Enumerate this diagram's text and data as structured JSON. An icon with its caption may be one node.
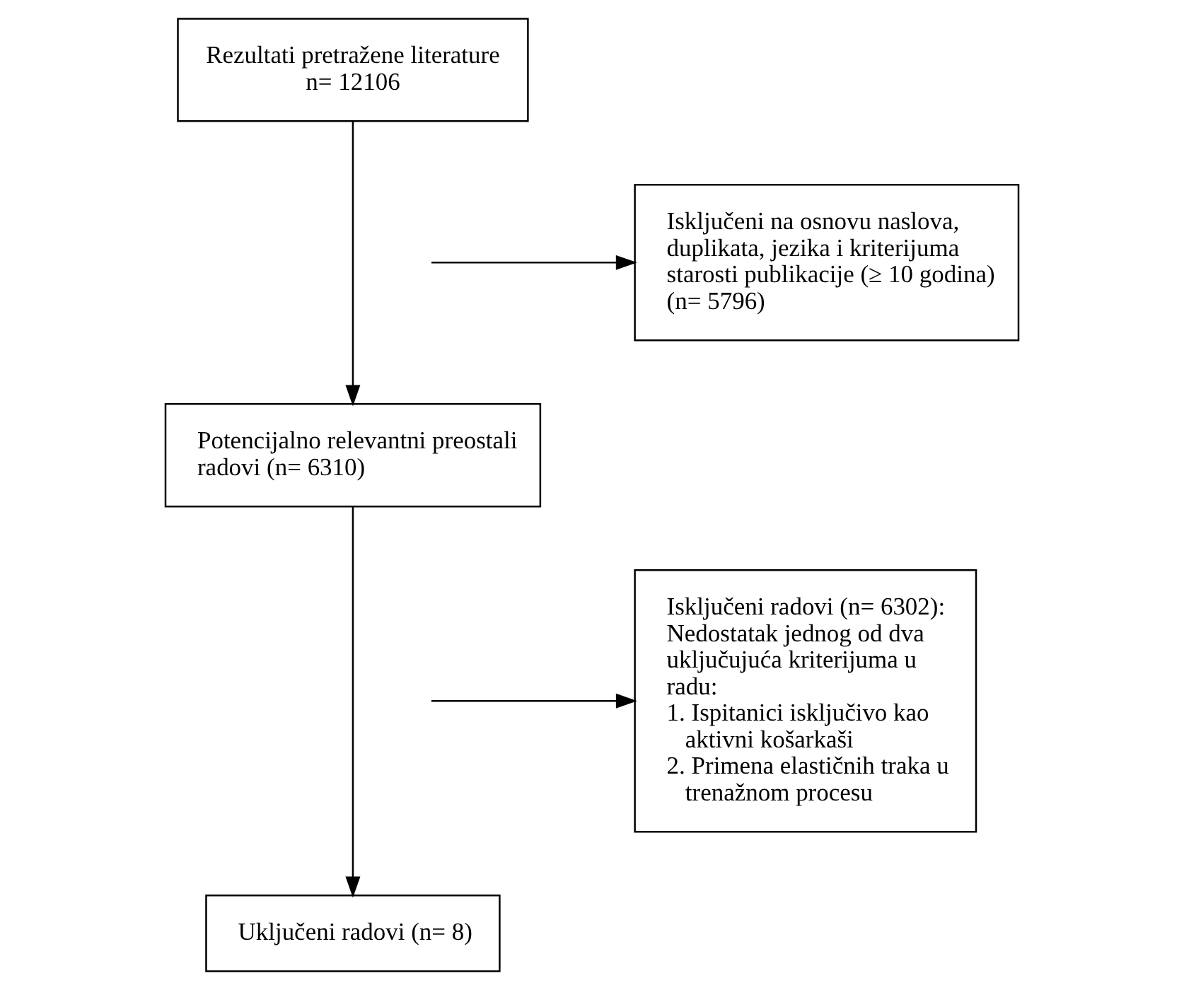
{
  "diagram": {
    "nodes": [
      {
        "text": [
          "Rezultati pretražene literature n= 12106"
        ]
      },
      {
        "text": [
          "Isključeni na osnovu naslova, duplikata, jezika i kriterijuma starosti publikacije (≥ 10 godina) (n= 5796)"
        ]
      },
      {
        "text": [
          "Potencijalno relevantni preostali radovi (n= 6310)"
        ]
      },
      {
        "text": [
          "Isključeni radovi (n= 6302): Nedostatak jednog od dva uključujuća kriterijuma u radu:",
          "1. Ispitanici isključivo kao aktivni košarkaši",
          "2. Primena elastičnih traka u trenažnom procesu"
        ]
      },
      {
        "text": [
          "Uključeni radovi (n= 8)"
        ]
      }
    ],
    "edges": [
      {
        "from": 0,
        "to": 2,
        "arrow": "to"
      },
      {
        "from": null,
        "to": 1,
        "arrow": "to"
      },
      {
        "from": 2,
        "to": 4,
        "arrow": "to"
      },
      {
        "from": null,
        "to": 3,
        "arrow": "to"
      }
    ]
  }
}
